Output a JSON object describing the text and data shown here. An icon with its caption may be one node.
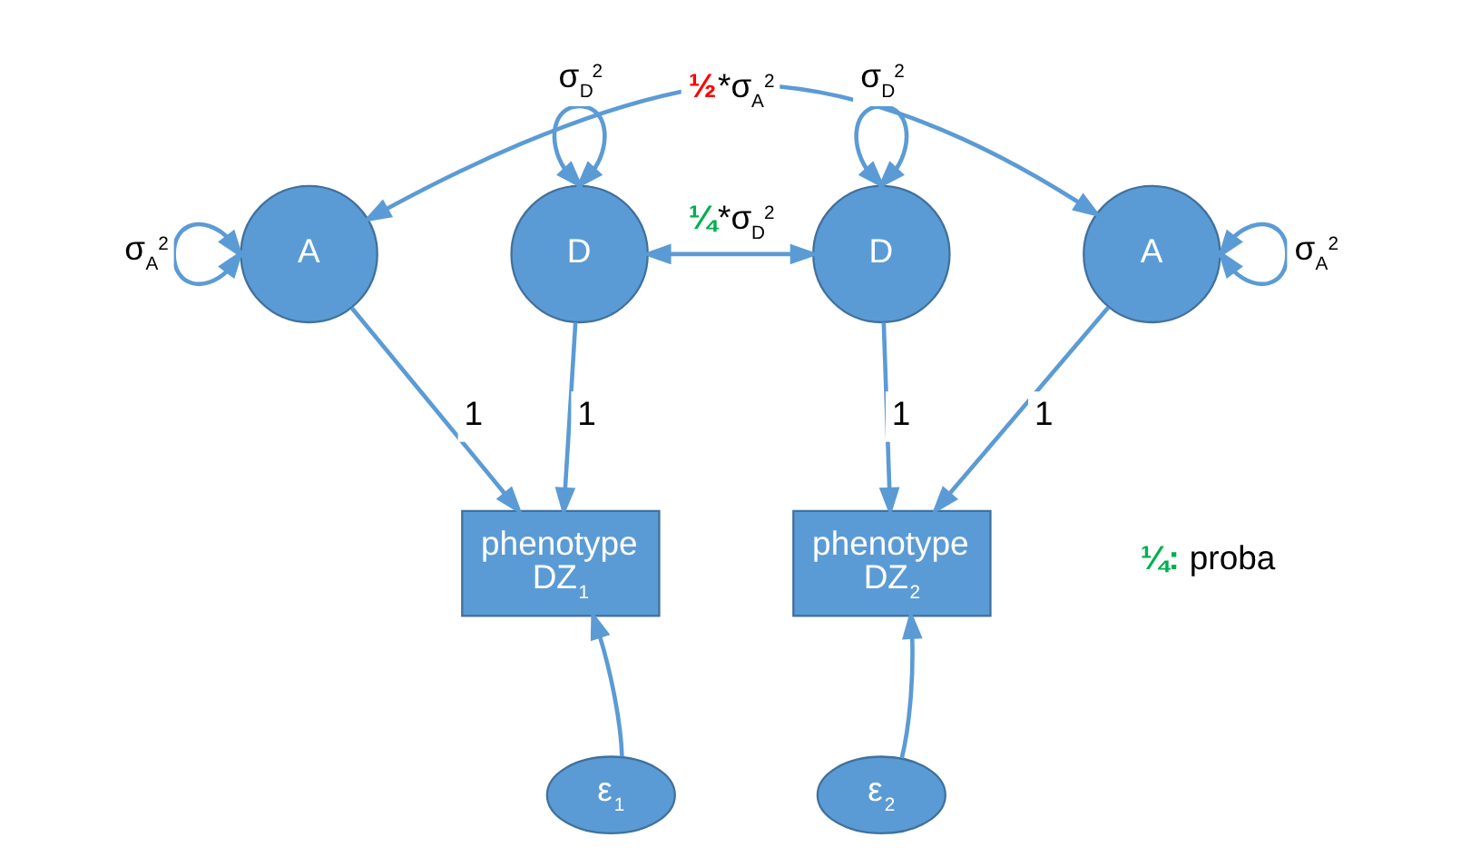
{
  "diagram": {
    "nodes": [
      {
        "text": [
          "A"
        ]
      },
      {
        "text": [
          "D"
        ]
      },
      {
        "text": [
          "D"
        ]
      },
      {
        "text": [
          "A"
        ]
      },
      {
        "text": [
          "phenotype",
          "DZ$_{1}$"
        ]
      },
      {
        "text": [
          "phenotype",
          "DZ$_{2}$"
        ]
      },
      {
        "text": [
          "ε$_{1}$"
        ]
      },
      {
        "text": [
          "ε$_{2}$"
        ]
      }
    ],
    "edges": [
      {
        "from": 0,
        "to": 3,
        "arrow": "both",
        "label": "**½***σ$_{A}$$^{2}$"
      },
      {
        "from": 0,
        "to": 0,
        "arrow": "both",
        "label": "σ$_{A}$$^{2}$"
      },
      {
        "from": 1,
        "to": 1,
        "arrow": "both",
        "label": "σ$_{D}$$^{2}$"
      },
      {
        "from": 2,
        "to": 2,
        "arrow": "both",
        "label": "σ$_{D}$$^{2}$"
      },
      {
        "from": 3,
        "to": 3,
        "arrow": "both",
        "label": "σ$_{A}$$^{2}$"
      },
      {
        "from": 1,
        "to": 2,
        "arrow": "both",
        "label": "**¼***σ$_{D}$$^{2}$"
      },
      {
        "from": 0,
        "to": 4,
        "arrow": "to",
        "label": "1"
      },
      {
        "from": 1,
        "to": 4,
        "arrow": "to",
        "label": "1"
      },
      {
        "from": 3,
        "to": 5,
        "arrow": "to",
        "label": "1"
      },
      {
        "from": 2,
        "to": 5,
        "arrow": "to",
        "label": "1"
      },
      {
        "from": 6,
        "to": 4,
        "arrow": "to"
      },
      {
        "from": 7,
        "to": 5,
        "arrow": "to"
      }
    ],
    "labels": [
      "**¼:** proba"
    ]
  }
}
